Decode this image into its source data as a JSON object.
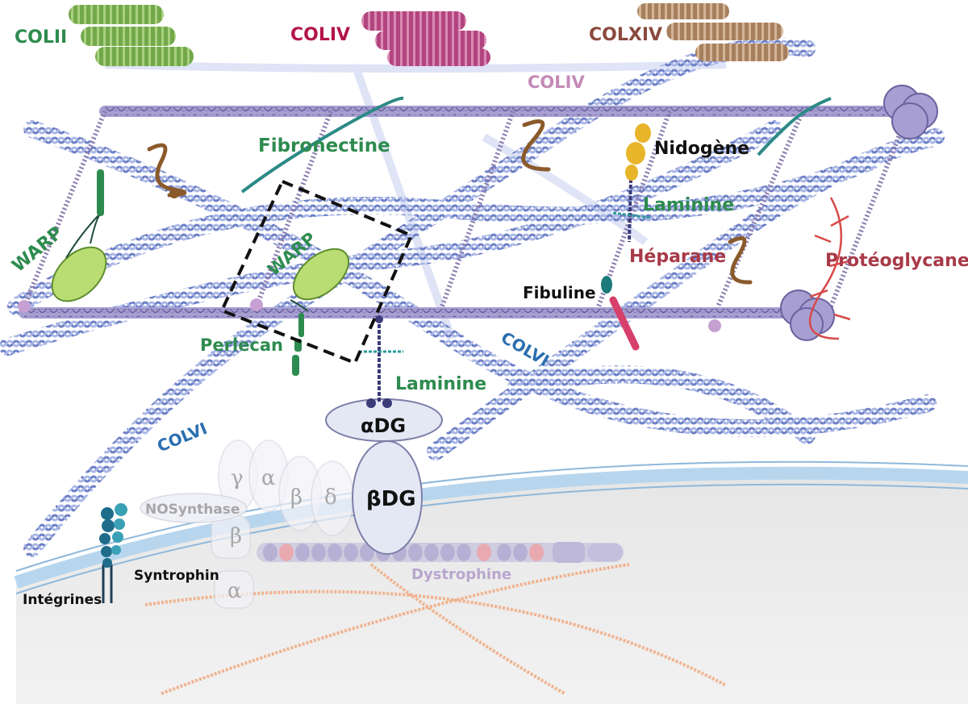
{
  "labels": {
    "colii": "COLII",
    "coliv_top": "COLIV",
    "colxiv": "COLXIV",
    "coliv_mid": "COLIV",
    "fibronectine": "Fibronectine",
    "nidogene": "Nidogène",
    "laminine_upper": "Laminine",
    "heparane": "Héparane",
    "proteoglycane": "Protéoglycane",
    "warp_left": "WARP",
    "warp_center": "WARP",
    "fibuline": "Fibuline",
    "perlecan": "Perlecan",
    "colvi_right": "COLVI",
    "laminine_lower": "Laminine",
    "colvi_left": "COLVI",
    "alpha_dg": "αDG",
    "beta_dg": "βDG",
    "gamma_sg": "γ",
    "alpha_sg": "α",
    "beta_sg": "β",
    "delta_sg": "δ",
    "nosynthase": "NOSynthase",
    "beta_syn": "β",
    "alpha_syn": "α",
    "syntrophin": "Syntrophin",
    "integrines": "Intégrines",
    "dystrophine": "Dystrophine"
  },
  "colors": {
    "colii": "#2e8b4f",
    "coliv": "#b3154b",
    "colxiv": "#8a4a3e",
    "colvi_fiber": "#7f95d6",
    "coliv_network": "#8a7bb0",
    "heparane": "#8a5a2b",
    "proteoglycane": "#a83a48"
  }
}
